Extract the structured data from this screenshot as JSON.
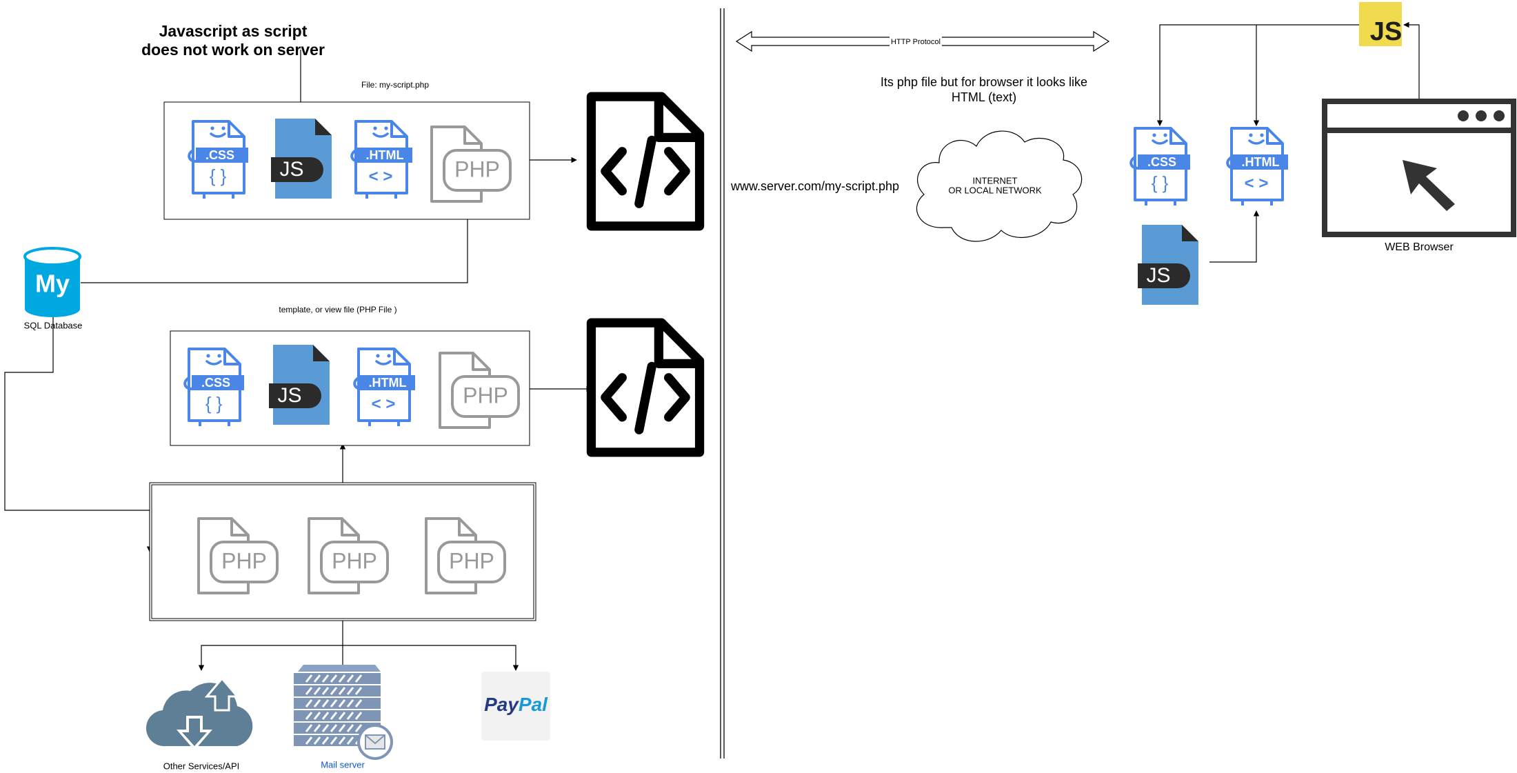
{
  "server_side": {
    "js_note": [
      "Javascript as script",
      "does not work on server"
    ],
    "file1_label": "File: my-script.php",
    "file2_label": "template, or view file (PHP File )",
    "sql_label": "SQL Database",
    "sql_logo_text": "My",
    "services": [
      {
        "label": "Other Services/API",
        "icon": "cloud-download-icon"
      },
      {
        "label": "Mail server",
        "icon": "mail-server-icon"
      },
      {
        "label": "",
        "icon": "paypal-logo",
        "logo_text": "PayPal"
      }
    ]
  },
  "client_side": {
    "http_label": "HTTP Protocol",
    "url": "www.server.com/my-script.php",
    "browser_note": [
      "Its php file but for browser it looks like",
      "HTML (text)"
    ],
    "cloud_label": [
      "INTERNET",
      "OR LOCAL NETWORK"
    ],
    "browser_label": "WEB Browser",
    "js_logo_text": "JS"
  },
  "file_icons": {
    "css": ".CSS",
    "html": ".HTML",
    "js": "JS",
    "php": "PHP",
    "css_glyph": "{ }",
    "html_glyph": "< >"
  },
  "colors": {
    "blue": "#4a86e8",
    "steel_blue": "#5b9bd5",
    "gray": "#999999",
    "js_yellow": "#f0db4f",
    "mysql_cyan": "#00a8e1",
    "cloud_slate": "#5f7f96",
    "paypal_blue": "#253b80",
    "mail_link": "#1155cc"
  }
}
